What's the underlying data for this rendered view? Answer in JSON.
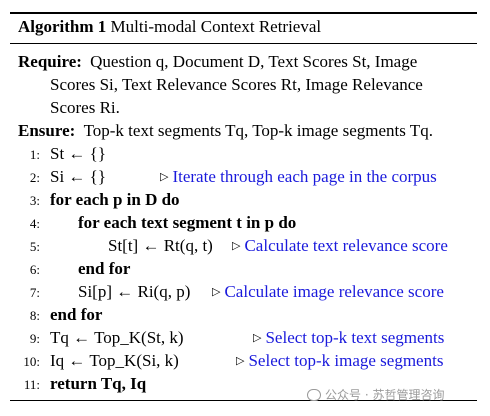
{
  "algorithm": {
    "label": "Algorithm 1",
    "title": "Multi-modal Context Retrieval"
  },
  "require": {
    "keyword": "Require:",
    "line1": "Question q, Document D, Text Scores St, Image",
    "line2": "Scores Si, Text Relevance Scores Rt, Image Relevance",
    "line3": "Scores Ri."
  },
  "ensure": {
    "keyword": "Ensure:",
    "line1": "Top-k text segments Tq, Top-k image segments Tq."
  },
  "lines": [
    {
      "num": "1:",
      "code": "St ← {}",
      "comment": ""
    },
    {
      "num": "2:",
      "code": "Si ← {}",
      "comment": "Iterate through each page in the corpus"
    },
    {
      "num": "3:",
      "code": "for each p in D do",
      "comment": ""
    },
    {
      "num": "4:",
      "code": "for each text segment t in p do",
      "comment": ""
    },
    {
      "num": "5:",
      "code": "St[t] ← Rt(q, t)",
      "comment": "Calculate text relevance score"
    },
    {
      "num": "6:",
      "code": "end for",
      "comment": ""
    },
    {
      "num": "7:",
      "code": "Si[p] ← Ri(q, p)",
      "comment": "Calculate image relevance score"
    },
    {
      "num": "8:",
      "code": "end for",
      "comment": ""
    },
    {
      "num": "9:",
      "code": "Tq ← Top_K(St, k)",
      "comment": "Select top-k text segments"
    },
    {
      "num": "10:",
      "code": "Iq ← Top_K(Si, k)",
      "comment": "Select top-k image segments"
    },
    {
      "num": "11:",
      "code": "return Tq, Iq",
      "comment": ""
    }
  ],
  "watermark": "公众号 · 苏哲管理咨询"
}
